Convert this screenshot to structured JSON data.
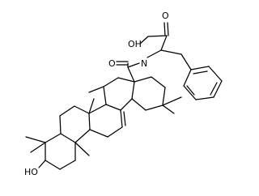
{
  "molecule": {
    "atom_labels": {
      "hydroxyl_acid": "OH",
      "carbonyl_acid": "O",
      "amide_n": "N",
      "amide_o": "O",
      "hydroxyl_ring": "HO"
    }
  },
  "colors": {
    "bond": "#000000",
    "background": "#ffffff"
  }
}
